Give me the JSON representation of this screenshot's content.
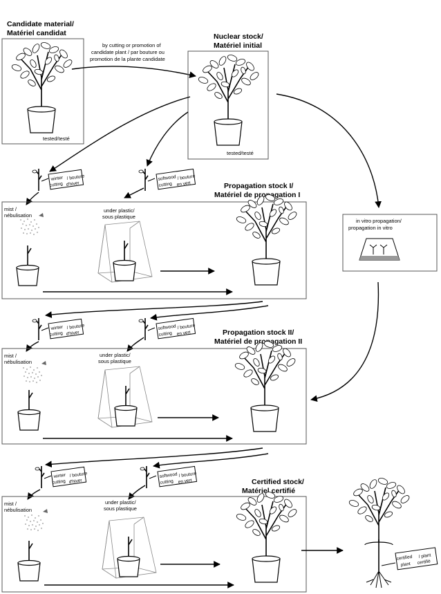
{
  "stages": {
    "candidate": {
      "title_en": "Candidate material/",
      "title_fr": "Matériel candidat",
      "tested": "tested/testé"
    },
    "nuclear": {
      "title_en": "Nuclear stock/",
      "title_fr": "Matériel initial",
      "tested": "tested/testé"
    },
    "prop1": {
      "title_en": "Propagation stock I/",
      "title_fr": "Matériel de propagation I"
    },
    "prop2": {
      "title_en": "Propagation stock II/",
      "title_fr": "Matériel de propagation II"
    },
    "certified": {
      "title_en": "Certified stock/",
      "title_fr": "Matériel certifié"
    }
  },
  "arrow_note": {
    "line1": "by cutting or promotion of",
    "line2": "candidate plant / par bouture ou",
    "line3": "promotion de la plante candidate"
  },
  "in_vitro": {
    "line1": "in vitro propagation/",
    "line2": "propagation in vitro"
  },
  "methods": {
    "mist1": "mist /",
    "mist2": "nébulisation",
    "plastic1": "under plastic/",
    "plastic2": "sous plastique"
  },
  "tags": {
    "winter_a": "winter",
    "winter_b": "cutting",
    "winter_c": "/ bouture",
    "winter_d": "d'hiver",
    "soft_a": "softwood",
    "soft_b": "cutting",
    "soft_c": "/ bouture",
    "soft_d": "en vert",
    "cert_a": "certified",
    "cert_b": "plant",
    "cert_c": "/ plant",
    "cert_d": "certifié"
  }
}
